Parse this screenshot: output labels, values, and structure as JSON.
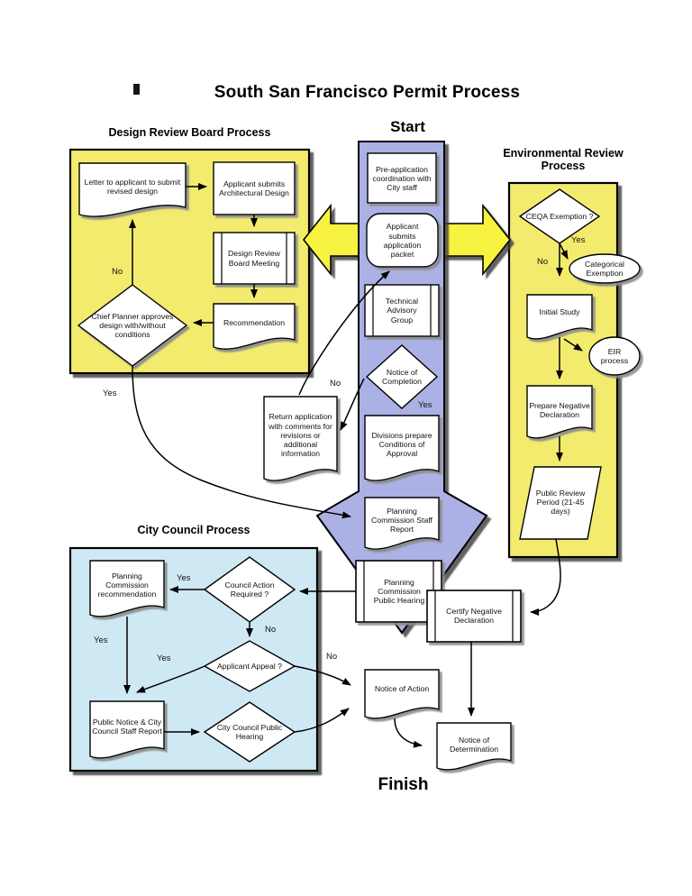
{
  "page": {
    "title": "South San Francisco Permit Process",
    "start": "Start",
    "finish": "Finish"
  },
  "sections": {
    "design_review": {
      "title": "Design Review Board Process"
    },
    "environmental": {
      "title": "Environmental Review Process"
    },
    "city_council": {
      "title": "City Council Process"
    }
  },
  "nodes": {
    "letter": "Letter to applicant to submit revised design",
    "architectural": "Applicant submits Architectural Design",
    "drb_meeting": "Design Review Board Meeting",
    "recommendation": "Recommendation",
    "chief_planner": "Chief Planner approves design with/without conditions",
    "pre_application": "Pre-application coordination with City staff",
    "application_packet": "Applicant submits application packet",
    "technical_advisory": "Technical Advisory Group",
    "notice_completion": "Notice of Completion",
    "divisions": "Divisions prepare Conditions of Approval",
    "staff_report": "Planning Commission Staff Report",
    "pc_public_hearing": "Planning Commission Public Hearing",
    "return_application": "Return application with comments for revisions or additional information",
    "ceqa": "CEQA Exemption ?",
    "categorical_exemption": "Categorical Exemption",
    "initial_study": "Initial Study",
    "eir_process": "EIR process",
    "prepare_negative": "Prepare Negative Declaration",
    "public_review": "Public Review Period (21-45 days)",
    "certify_negative": "Certify Negative Declaration",
    "pc_recommendation": "Planning Commission recommendation",
    "council_action": "Council Action Required ?",
    "applicant_appeal": "Applicant Appeal ?",
    "public_notice": "Public Notice & City Council Staff Report",
    "cc_public_hearing": "City Council Public Hearing",
    "notice_of_action": "Notice of Action",
    "notice_of_determination": "Notice of Determination"
  },
  "decisions": {
    "yes": "Yes",
    "no": "No"
  },
  "colors": {
    "panel_yellow": "#f3eb6e",
    "arrow_yellow": "#f7f33f",
    "band_blue": "#abb1e4",
    "panel_light_blue": "#cfe9f4",
    "shape_fill": "#ffffff",
    "line": "#000000"
  }
}
